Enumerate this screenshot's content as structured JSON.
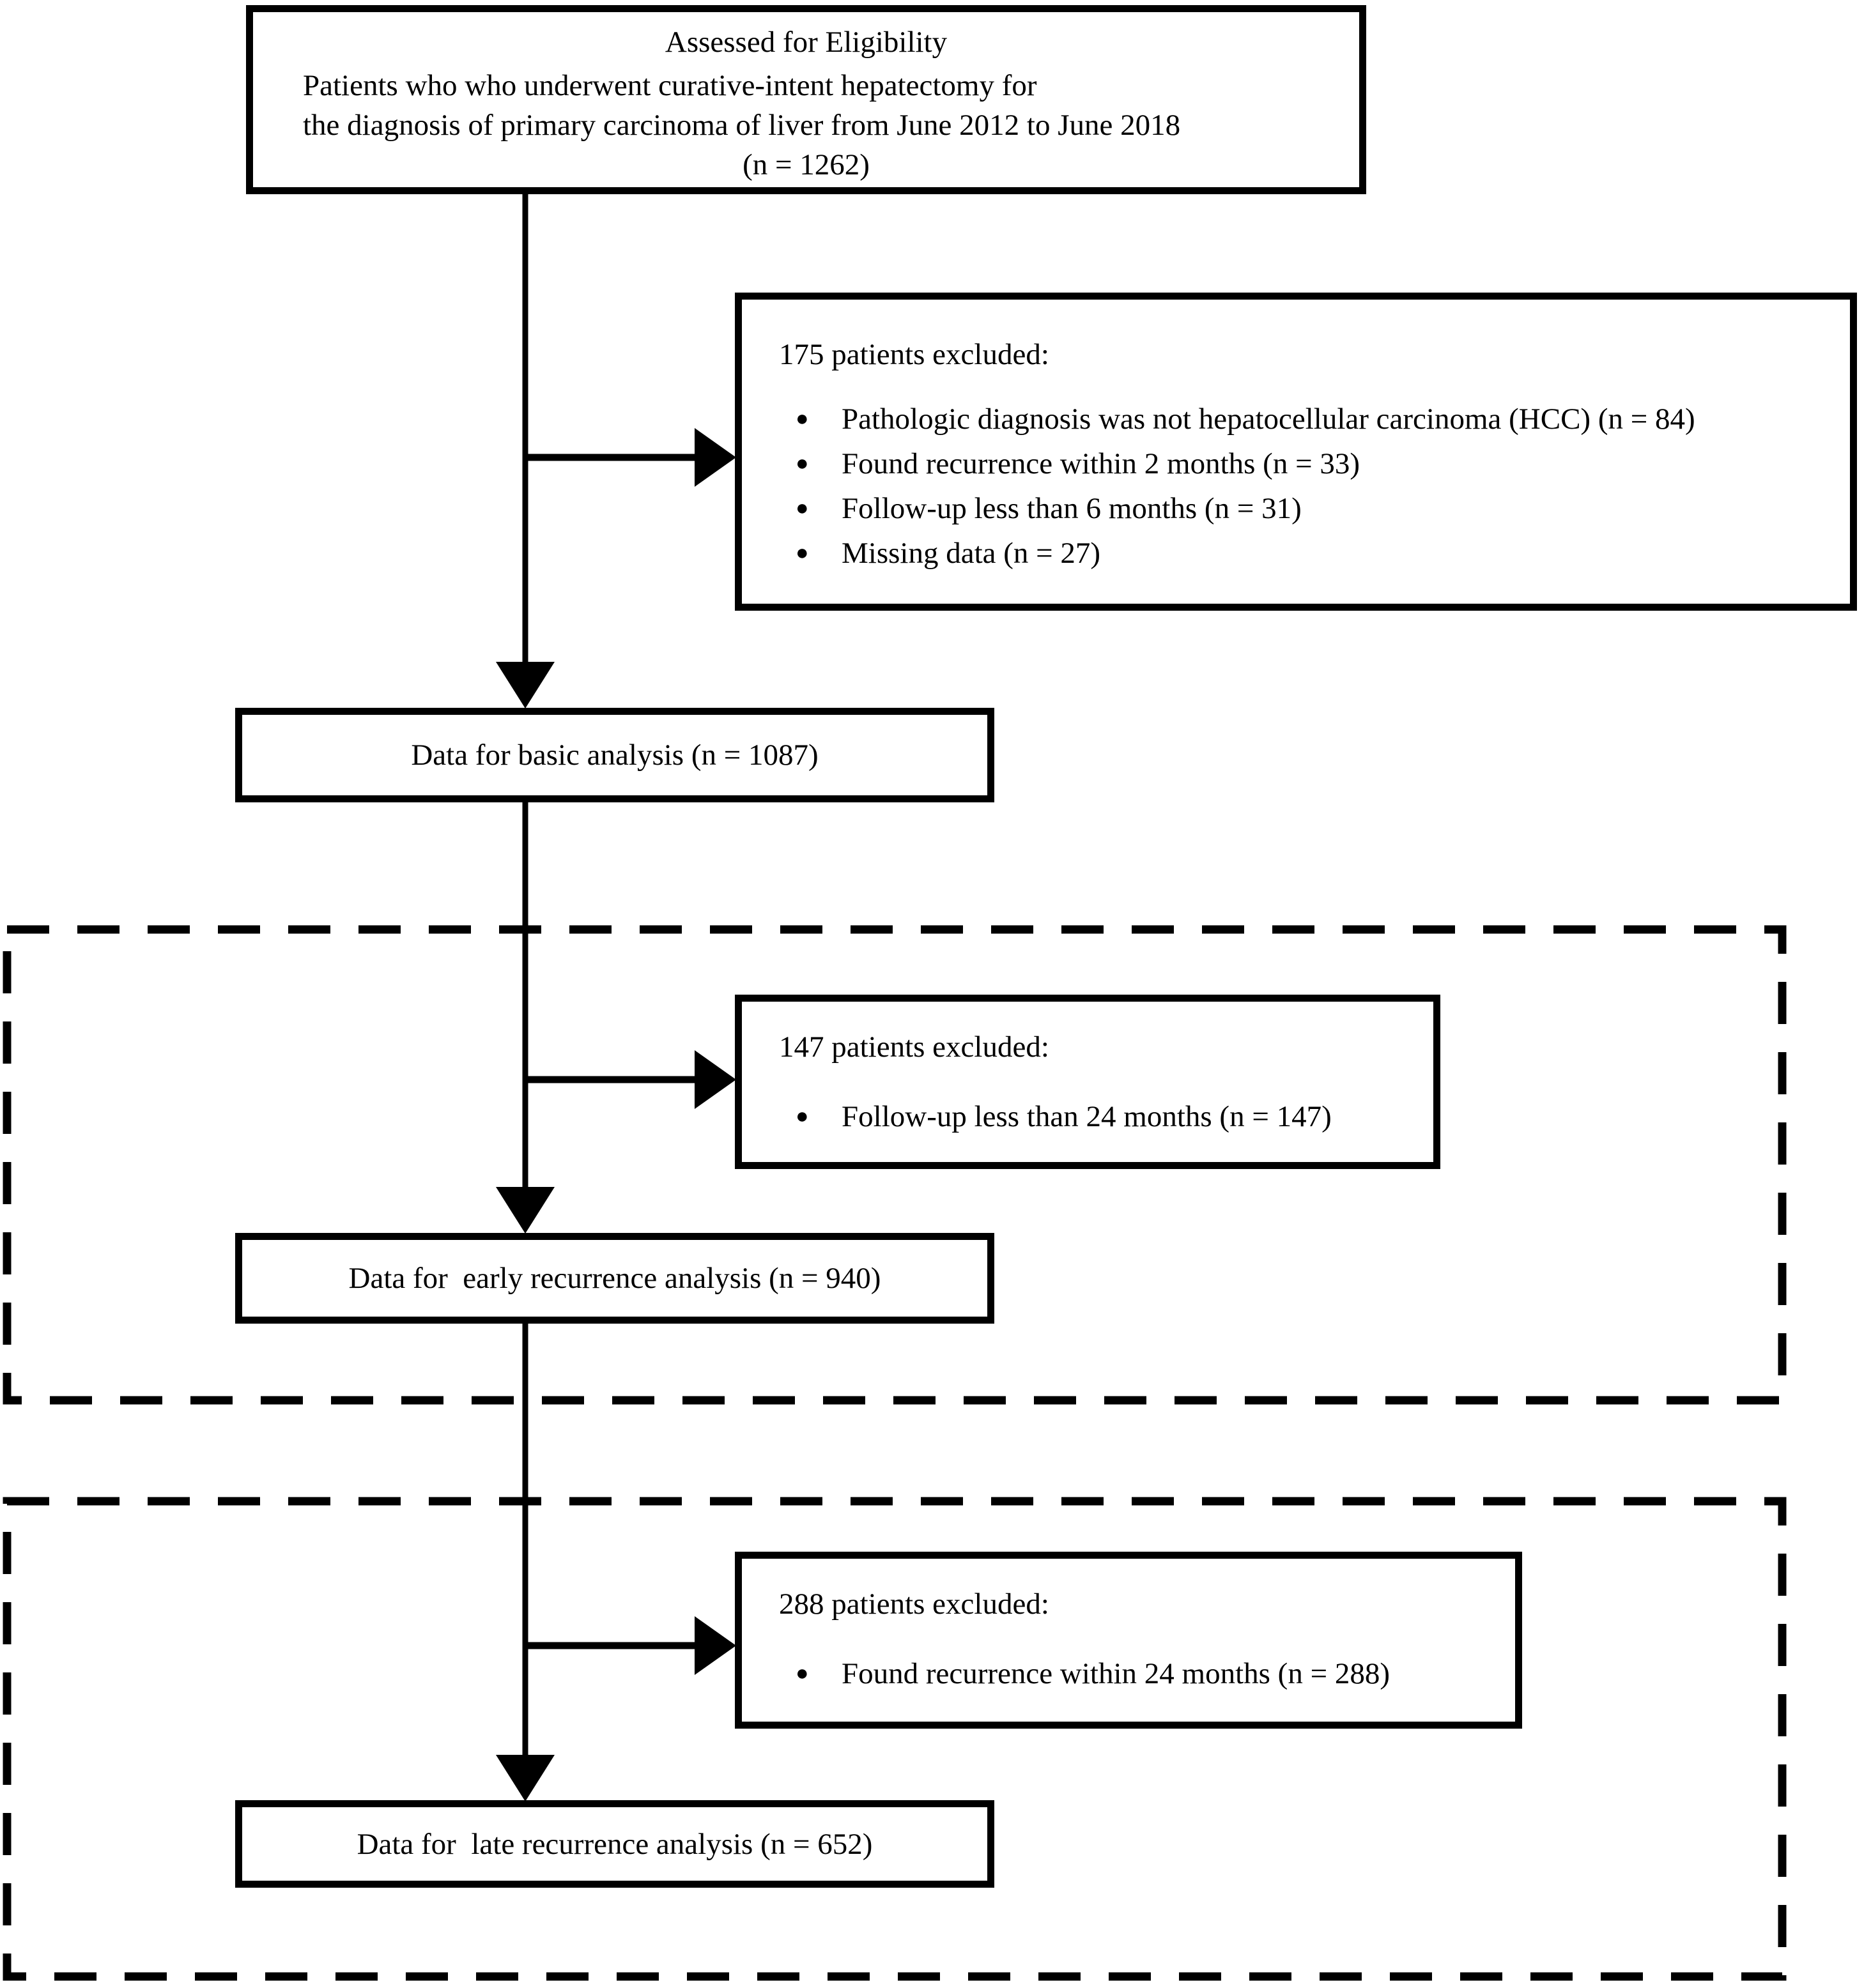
{
  "page": {
    "background": "#ffffff",
    "ink": "#000000"
  },
  "icons": {
    "bullet": "●"
  },
  "top_box": {
    "title": "Assessed for Eligibility",
    "body_line_1": "Patients who who underwent curative-intent hepatectomy for",
    "body_line_2": "the diagnosis of primary carcinoma of liver from June 2012 to June 2018",
    "n_label": "(n = 1262)"
  },
  "exclusion_1": {
    "heading": "175 patients excluded:",
    "items": [
      "Pathologic diagnosis was not hepatocellular carcinoma (HCC) (n = 84)",
      "Found recurrence within 2 months (n = 33)",
      "Follow-up less than 6 months (n = 31)",
      "Missing data (n = 27)"
    ]
  },
  "basic_box": {
    "label": "Data for basic analysis (n = 1087)"
  },
  "exclusion_2": {
    "heading": "147 patients excluded:",
    "items": [
      "Follow-up less than 24 months (n = 147)"
    ]
  },
  "early_box": {
    "label": "Data for  early recurrence analysis (n = 940)"
  },
  "exclusion_3": {
    "heading": "288 patients excluded:",
    "items": [
      "Found recurrence within 24 months (n = 288)"
    ]
  },
  "late_box": {
    "label": "Data for  late recurrence analysis (n = 652)"
  }
}
